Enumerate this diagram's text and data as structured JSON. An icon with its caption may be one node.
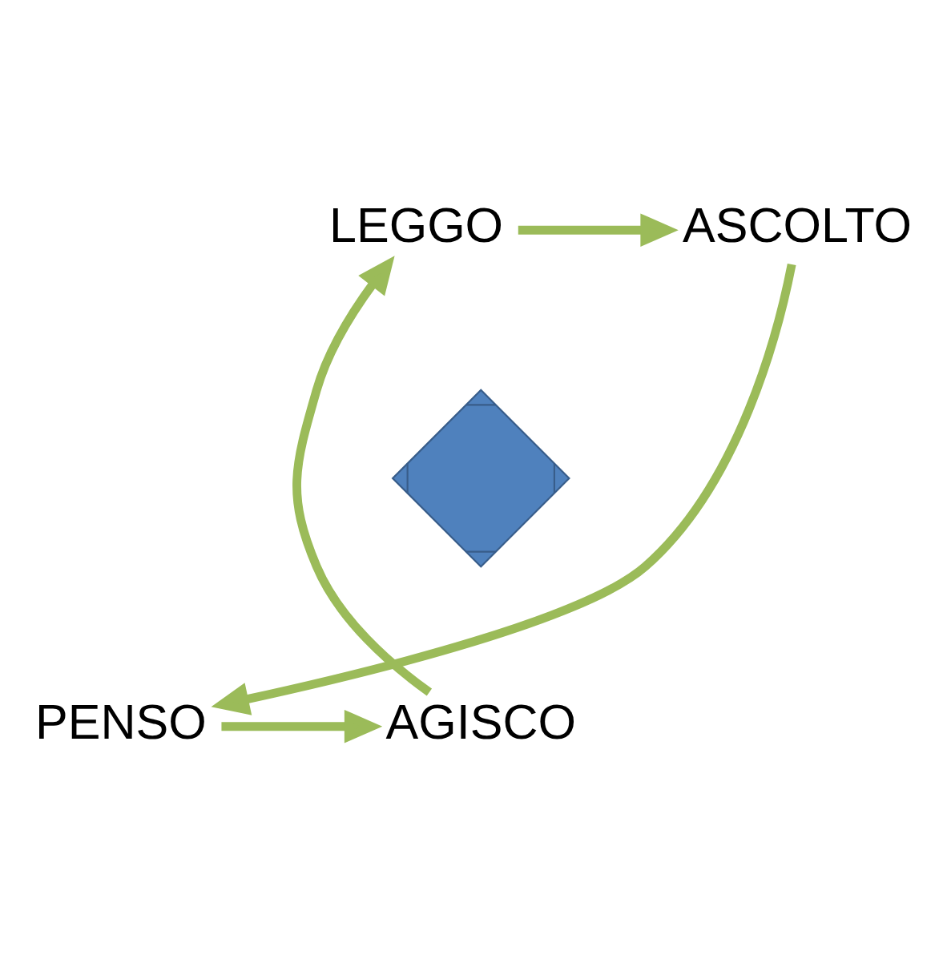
{
  "diagram": {
    "nodes": [
      {
        "text": [
          "LEGGO"
        ]
      },
      {
        "text": [
          "ASCOLTO"
        ]
      },
      {
        "text": [
          "PENSO"
        ]
      },
      {
        "text": [
          "AGISCO"
        ]
      },
      {
        "text": [],
        "shape": "cross"
      }
    ],
    "edges": [
      {
        "from": 0,
        "to": 1,
        "arrow": "to"
      },
      {
        "from": 1,
        "to": 2,
        "arrow": "to"
      },
      {
        "from": 2,
        "to": 3,
        "arrow": "to"
      },
      {
        "from": 3,
        "to": 0,
        "arrow": "to"
      }
    ]
  }
}
